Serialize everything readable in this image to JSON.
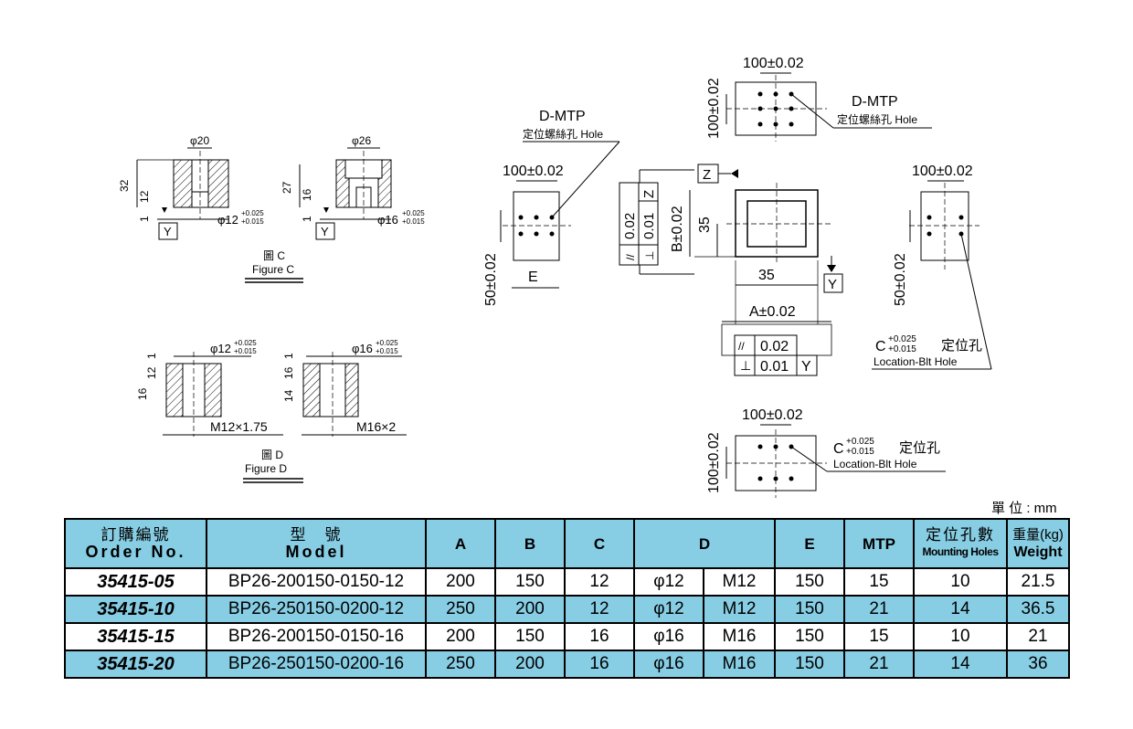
{
  "drawing": {
    "figure_c": {
      "label_zh": "圖 C",
      "label_en": "Figure C",
      "dims_left": [
        "φ20",
        "32",
        "12",
        "1",
        "Y"
      ],
      "tol_left": "φ12",
      "tol_left_up": "+0.025",
      "tol_left_dn": "+0.015",
      "dims_right": [
        "φ26",
        "27",
        "16",
        "1",
        "Y"
      ],
      "tol_right": "φ16",
      "tol_right_up": "+0.025",
      "tol_right_dn": "+0.015"
    },
    "figure_d": {
      "label_zh": "圖 D",
      "label_en": "Figure D",
      "left_dims": [
        "1",
        "12",
        "16"
      ],
      "left_tol": "φ12",
      "left_tol_up": "+0.025",
      "left_tol_dn": "+0.015",
      "left_thread": "M12×1.75",
      "right_dims": [
        "1",
        "16",
        "14"
      ],
      "right_tol": "φ16",
      "right_tol_up": "+0.025",
      "right_tol_dn": "+0.015",
      "right_thread": "M16×2"
    },
    "side_view": {
      "dmtp_title": "D-MTP",
      "dmtp_sub": "定位螺絲孔 Hole",
      "top_dim": "100±0.02",
      "left_dim": "50±0.02",
      "bottom_dim": "E"
    },
    "main_view": {
      "datum_z": "Z",
      "datum_y": "Y",
      "par_sym": "//",
      "par_val": "0.02",
      "perp_sym": "⊥",
      "perp_val": "0.01",
      "b_dim": "B±0.02",
      "dim35_v": "35",
      "dim35_h": "35",
      "a_dim": "A±0.02",
      "fc_par_val": "0.02",
      "fc_perp_val": "0.01",
      "fc_datum": "Y"
    },
    "top_right_view": {
      "top_dim": "100±0.02",
      "left_dim": "100±0.02",
      "dmtp_title": "D-MTP",
      "dmtp_sub": "定位螺絲孔 Hole"
    },
    "right_view": {
      "top_dim": "100±0.02",
      "left_dim": "50±0.02",
      "c_label": "C",
      "c_up": "+0.025",
      "c_dn": "+0.015",
      "c_zh": "定位孔",
      "c_en": "Location-Blt Hole"
    },
    "bottom_view": {
      "top_dim": "100±0.02",
      "left_dim": "100±0.02",
      "c_label": "C",
      "c_up": "+0.025",
      "c_dn": "+0.015",
      "c_zh": "定位孔",
      "c_en": "Location-Blt Hole"
    }
  },
  "unit_label": "單 位 : mm",
  "table": {
    "headers": {
      "order_zh": "訂購編號",
      "order_en": "Order No.",
      "model_zh": "型　號",
      "model_en": "Model",
      "a": "A",
      "b": "B",
      "c": "C",
      "d": "D",
      "e": "E",
      "mtp": "MTP",
      "holes_zh": "定位孔數",
      "holes_en": "Mounting Holes",
      "weight_zh": "重量(kg)",
      "weight_en": "Weight"
    },
    "rows": [
      {
        "order": "35415-05",
        "model": "BP26-200150-0150-12",
        "a": "200",
        "b": "150",
        "c": "12",
        "d1": "φ12",
        "d2": "M12",
        "e": "150",
        "mtp": "15",
        "holes": "10",
        "weight": "21.5"
      },
      {
        "order": "35415-10",
        "model": "BP26-250150-0200-12",
        "a": "250",
        "b": "200",
        "c": "12",
        "d1": "φ12",
        "d2": "M12",
        "e": "150",
        "mtp": "21",
        "holes": "14",
        "weight": "36.5"
      },
      {
        "order": "35415-15",
        "model": "BP26-200150-0150-16",
        "a": "200",
        "b": "150",
        "c": "16",
        "d1": "φ16",
        "d2": "M16",
        "e": "150",
        "mtp": "15",
        "holes": "10",
        "weight": "21"
      },
      {
        "order": "35415-20",
        "model": "BP26-250150-0200-16",
        "a": "250",
        "b": "200",
        "c": "16",
        "d1": "φ16",
        "d2": "M16",
        "e": "150",
        "mtp": "21",
        "holes": "14",
        "weight": "36"
      }
    ]
  },
  "colors": {
    "header_bg": "#87cde3",
    "alt_row_bg": "#87cde3",
    "line": "#000000"
  }
}
